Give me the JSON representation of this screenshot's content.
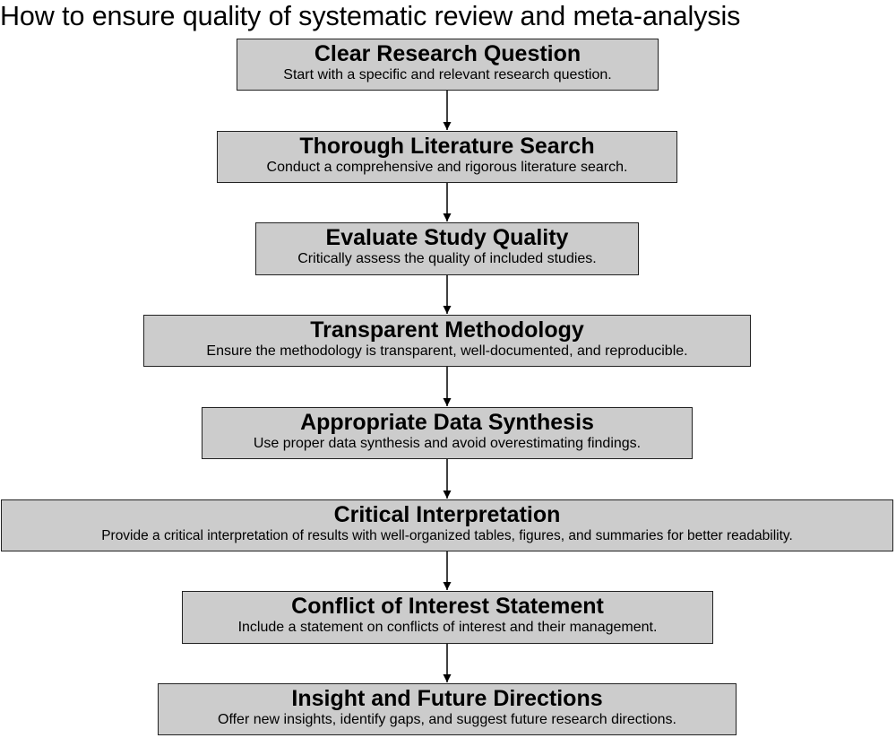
{
  "title": "How to ensure quality of systematic review and meta-analysis",
  "steps": [
    {
      "title": "Clear Research Question",
      "description": "Start with a specific and relevant research question."
    },
    {
      "title": "Thorough Literature Search",
      "description": "Conduct a comprehensive and rigorous literature search."
    },
    {
      "title": "Evaluate Study Quality",
      "description": "Critically assess the quality of included studies."
    },
    {
      "title": "Transparent Methodology",
      "description": "Ensure the methodology is transparent, well-documented, and reproducible."
    },
    {
      "title": "Appropriate Data Synthesis",
      "description": "Use proper data synthesis and avoid overestimating findings."
    },
    {
      "title": "Critical Interpretation",
      "description": "Provide a critical interpretation of results with well-organized tables, figures, and summaries for better readability."
    },
    {
      "title": "Conflict of Interest Statement",
      "description": "Include a statement on conflicts of interest and their management."
    },
    {
      "title": "Insight and Future Directions",
      "description": "Offer new insights, identify gaps, and suggest future research directions."
    }
  ],
  "colors": {
    "box_fill": "#cccccc",
    "box_border": "#222222",
    "arrow": "#000000"
  }
}
